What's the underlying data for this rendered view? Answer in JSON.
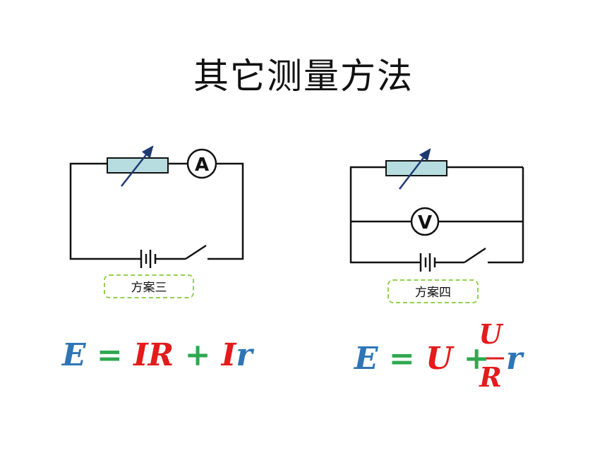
{
  "title": "其它测量方法",
  "scheme3": {
    "label": "方案三",
    "ammeter_symbol": "A"
  },
  "scheme4": {
    "label": "方案四",
    "voltmeter_symbol": "V"
  },
  "formula3": {
    "E": "E",
    "eq": "=",
    "IR": "IR",
    "plus": "+",
    "I": "I",
    "r": "r"
  },
  "formula4": {
    "E": "E",
    "eq": "=",
    "U": "U",
    "plus": "+",
    "num": "U",
    "den": "R",
    "r": "r"
  },
  "colors": {
    "wire": "#111111",
    "rheostat_fill": "#b7dde0",
    "arrow": "#1f3a73",
    "label_border": "#92d050",
    "formula_blue": "#2e75b6",
    "formula_red": "#e31b1b",
    "formula_green": "#2ea84f"
  }
}
